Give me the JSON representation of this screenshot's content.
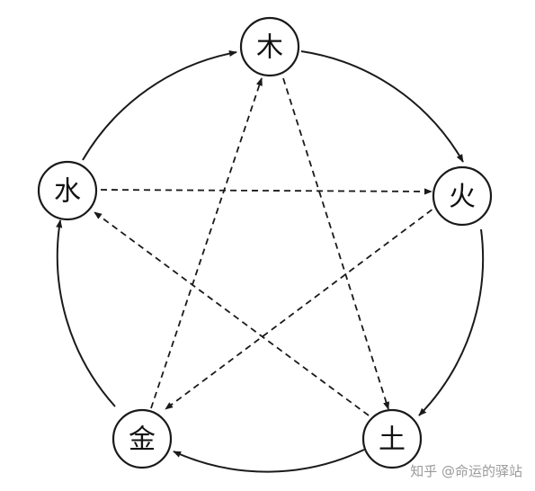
{
  "nodes": {
    "wood": {
      "label": "木"
    },
    "fire": {
      "label": "火"
    },
    "earth": {
      "label": "土"
    },
    "metal": {
      "label": "金"
    },
    "water": {
      "label": "水"
    }
  },
  "cycles": {
    "generating": [
      [
        "wood",
        "fire"
      ],
      [
        "fire",
        "earth"
      ],
      [
        "earth",
        "metal"
      ],
      [
        "metal",
        "water"
      ],
      [
        "water",
        "wood"
      ]
    ],
    "controlling": [
      [
        "wood",
        "earth"
      ],
      [
        "earth",
        "water"
      ],
      [
        "water",
        "fire"
      ],
      [
        "fire",
        "metal"
      ],
      [
        "metal",
        "wood"
      ]
    ]
  },
  "watermark": "知乎 @命运的驿站"
}
